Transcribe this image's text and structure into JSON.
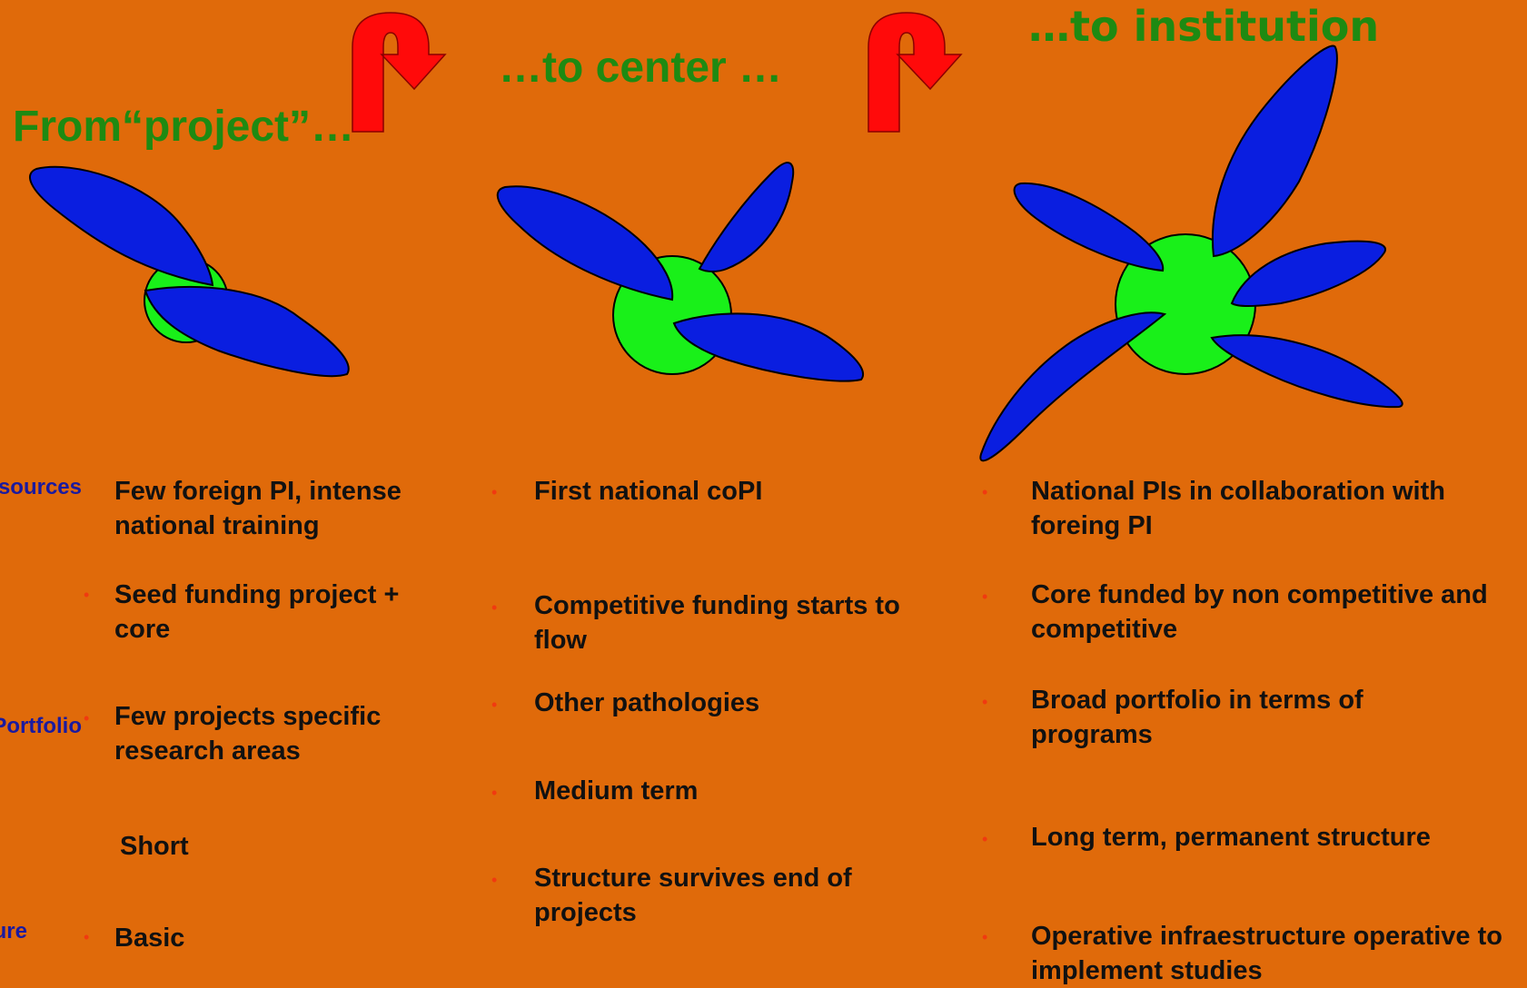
{
  "titles": {
    "from_project": "From“project”…",
    "to_center": "…to center …",
    "to_institution": "…to institution"
  },
  "row_labels": {
    "resources": "Resources",
    "portfolio": "Portfolio",
    "infrastructure": "Infrastructure"
  },
  "columns": {
    "project": [
      "Few foreign PI, intense national training",
      "Seed funding project + core",
      "Few projects specific research areas",
      "Short",
      "Basic"
    ],
    "center": [
      "First national coPI",
      "Competitive funding starts to flow",
      "Other pathologies",
      "Medium term",
      "Structure survives end of projects"
    ],
    "institution": [
      "National PIs in collaboration with foreing PI",
      "Core funded by non competitive and competitive",
      "Broad portfolio in terms of programs",
      "Long term, permanent structure",
      "Operative infraestructure operative to implement studies"
    ]
  },
  "colors": {
    "background": "#E06A0A",
    "title_green": "#1E8A12",
    "petal_blue": "#0A1EE0",
    "center_green": "#19F019",
    "arrow_red": "#FF0A0A",
    "bullet_orange": "#F03A10",
    "label_blue": "#1A1AA0"
  }
}
